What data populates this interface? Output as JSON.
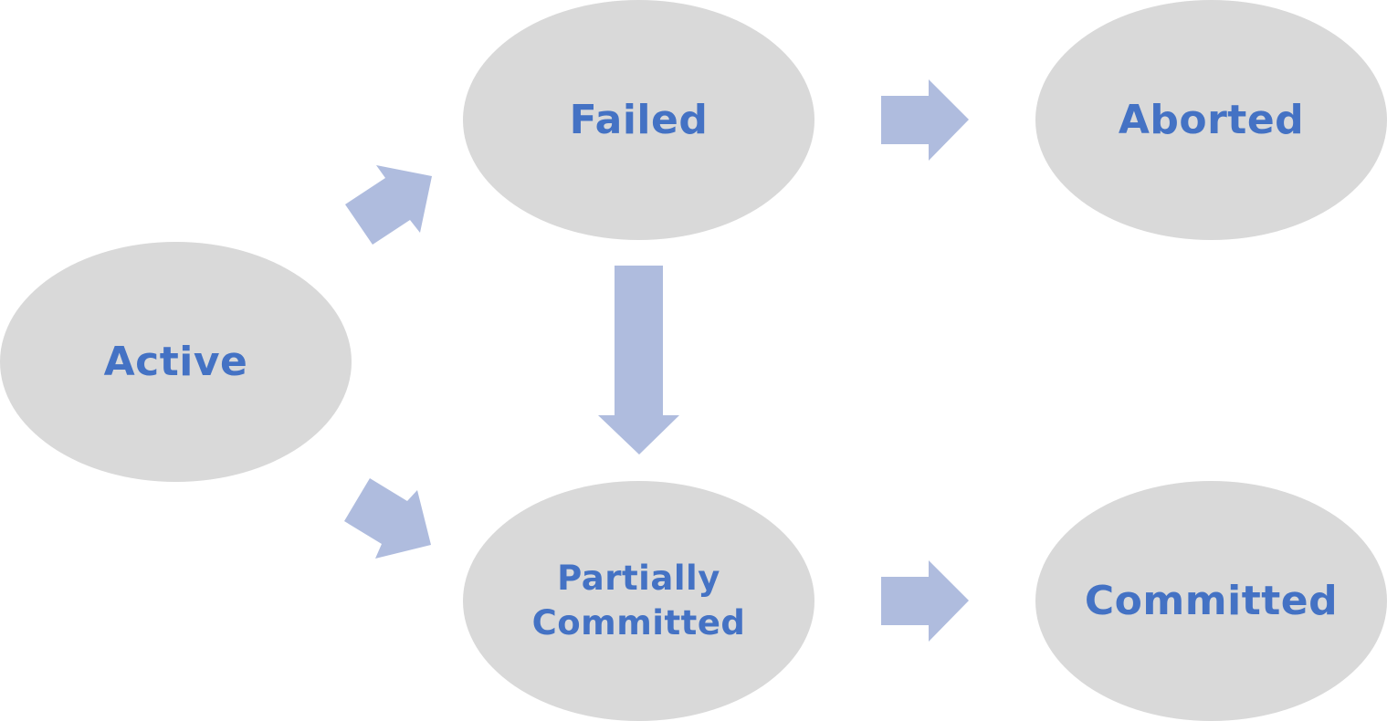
{
  "colors": {
    "node_fill": "#d9d9d9",
    "label_text": "#4472c4",
    "arrow_fill": "#afbcde"
  },
  "nodes": {
    "active": {
      "label": "Active"
    },
    "failed": {
      "label": "Failed"
    },
    "aborted": {
      "label": "Aborted"
    },
    "partially_committed": {
      "line1": "Partially",
      "line2": "Committed"
    },
    "committed": {
      "label": "Committed"
    }
  },
  "arrows": [
    {
      "from": "Active",
      "to": "Failed"
    },
    {
      "from": "Active",
      "to": "Partially Committed"
    },
    {
      "from": "Failed",
      "to": "Aborted"
    },
    {
      "from": "Failed",
      "to": "Partially Committed"
    },
    {
      "from": "Partially Committed",
      "to": "Committed"
    }
  ]
}
